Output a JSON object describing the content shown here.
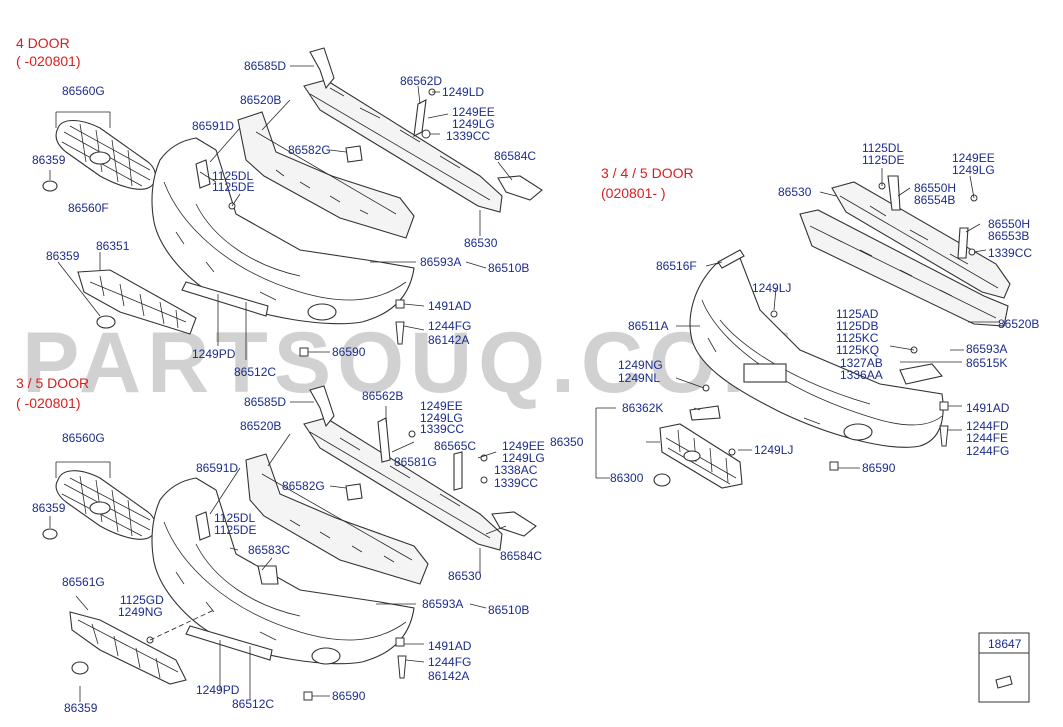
{
  "sections": {
    "s1_line1": "4 DOOR",
    "s1_line2": "( -020801)",
    "s2_line1": "3 / 5 DOOR",
    "s2_line2": "( -020801)",
    "s3_line1": "3 / 4 / 5 DOOR",
    "s3_line2": "(020801- )"
  },
  "watermark": "PARTSOUQ.COM",
  "box_label": "18647",
  "labels": {
    "a01": "86585D",
    "a02": "86562D",
    "a03": "1249LD",
    "a04": "1249EE",
    "a05": "1249LG",
    "a06": "1339CC",
    "a07": "86560G",
    "a08": "86520B",
    "a09": "86591D",
    "a10": "86582G",
    "a11": "86584C",
    "a12": "86359",
    "a13": "1125DL",
    "a14": "1125DE",
    "a15": "86560F",
    "a16": "86351",
    "a17": "86359",
    "a18": "86530",
    "a19": "86593A",
    "a20": "86510B",
    "a21": "1491AD",
    "a22": "1244FG",
    "a23": "86142A",
    "a24": "1249PD",
    "a25": "86590",
    "a26": "86512C",
    "b01": "86585D",
    "b02": "86562B",
    "b03": "1249EE",
    "b04": "1249LG",
    "b05": "1339CC",
    "b06": "86560G",
    "b07": "86520B",
    "b08": "86581G",
    "b09": "86565C",
    "b10": "1249EE",
    "b11": "1249LG",
    "b12": "1338AC",
    "b13": "1339CC",
    "b14": "86591D",
    "b15": "86582G",
    "b16": "86359",
    "b17": "1125DL",
    "b18": "1125DE",
    "b19": "86584C",
    "b20": "86583C",
    "b21": "86530",
    "b22": "86561G",
    "b23": "1125GD",
    "b24": "1249NG",
    "b25": "86593A",
    "b26": "86510B",
    "b27": "1491AD",
    "b28": "1244FG",
    "b29": "86142A",
    "b30": "1249PD",
    "b31": "86512C",
    "b32": "86590",
    "b33": "86359",
    "c01": "1125DL",
    "c02": "1125DE",
    "c03": "1249EE",
    "c04": "1249LG",
    "c05": "86530",
    "c06": "86550H",
    "c07": "86554B",
    "c08": "86550H",
    "c09": "86553B",
    "c10": "1339CC",
    "c11": "86516F",
    "c12": "1249LJ",
    "c13": "86511A",
    "c14": "86520B",
    "c15": "1125AD",
    "c16": "1125DB",
    "c17": "1125KC",
    "c18": "1125KQ",
    "c19": "1327AB",
    "c20": "1336AA",
    "c21": "86593A",
    "c22": "86515K",
    "c23": "1249NG",
    "c24": "1249NL",
    "c25": "86362K",
    "c26": "1491AD",
    "c27": "86350",
    "c28": "1249LJ",
    "c29": "1244FD",
    "c30": "1244FE",
    "c31": "1244FG",
    "c32": "86300",
    "c33": "86590"
  }
}
